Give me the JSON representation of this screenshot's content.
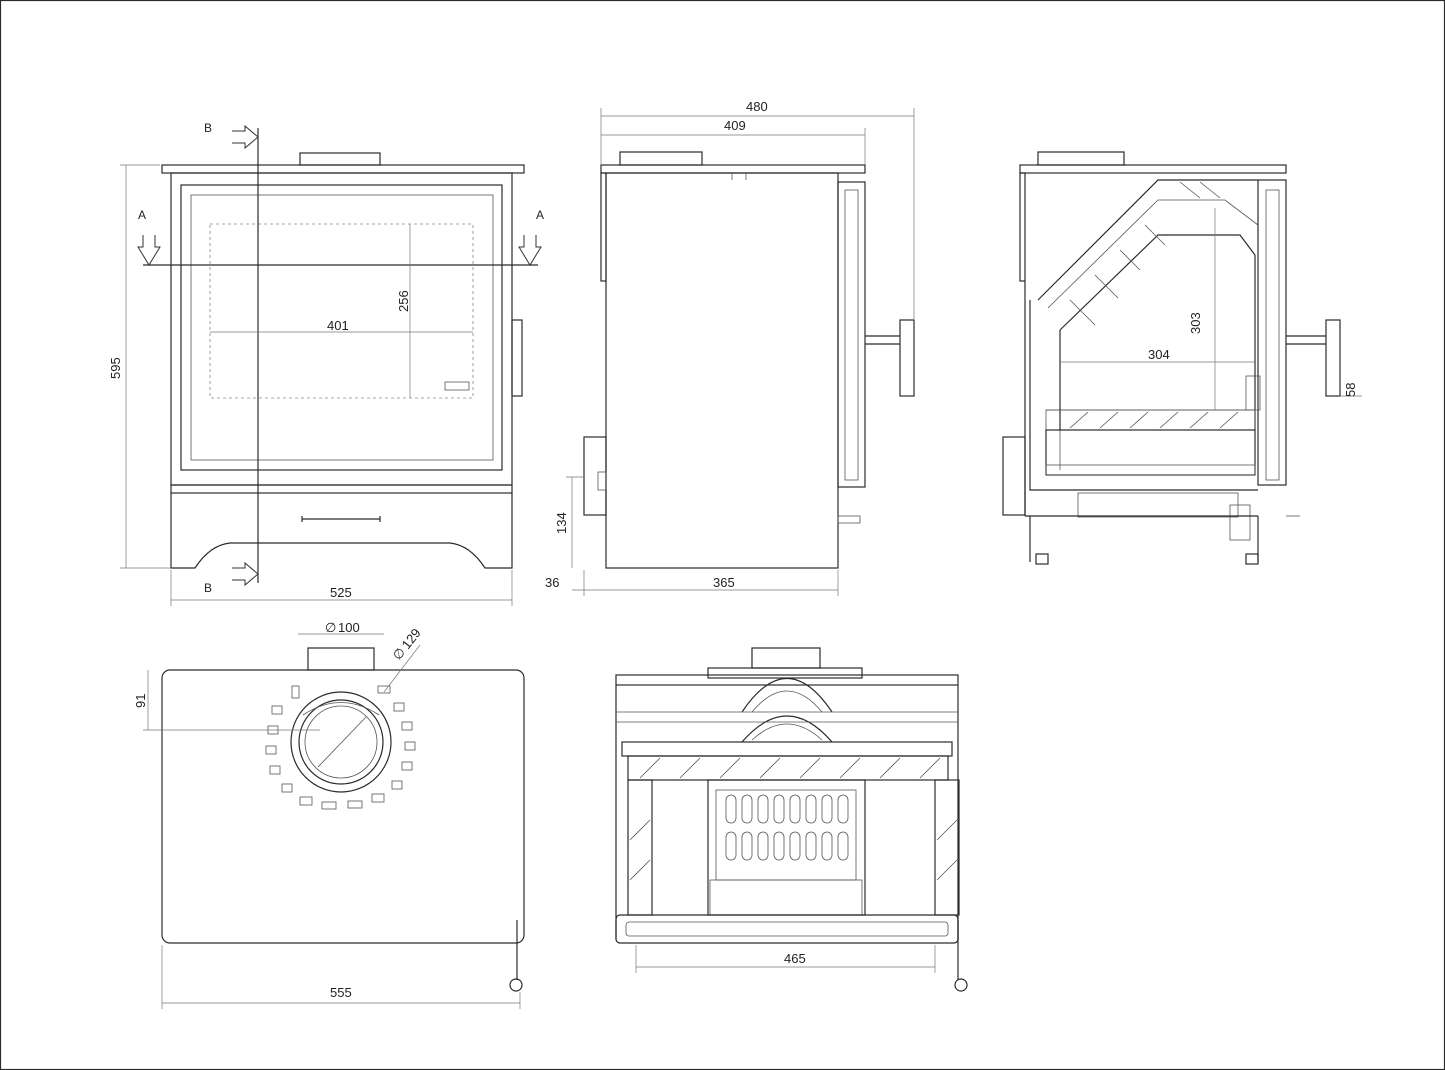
{
  "section_marks": {
    "b": "B",
    "a": "A"
  },
  "front_view": {
    "width": "525",
    "height": "595",
    "glass_width": "401",
    "glass_height": "256"
  },
  "side_view": {
    "overall_depth": "480",
    "body_depth": "409",
    "base_depth": "365",
    "rear_offset": "36",
    "outlet_height": "134"
  },
  "section_view": {
    "inner_depth": "304",
    "inner_height": "303",
    "handle_offset": "58"
  },
  "top_view": {
    "width": "555",
    "flue_diameter": "100",
    "collar_diameter": "129",
    "flue_offset": "91",
    "diameter_symbol": "∅"
  },
  "rear_section_view": {
    "inner_width": "465"
  }
}
